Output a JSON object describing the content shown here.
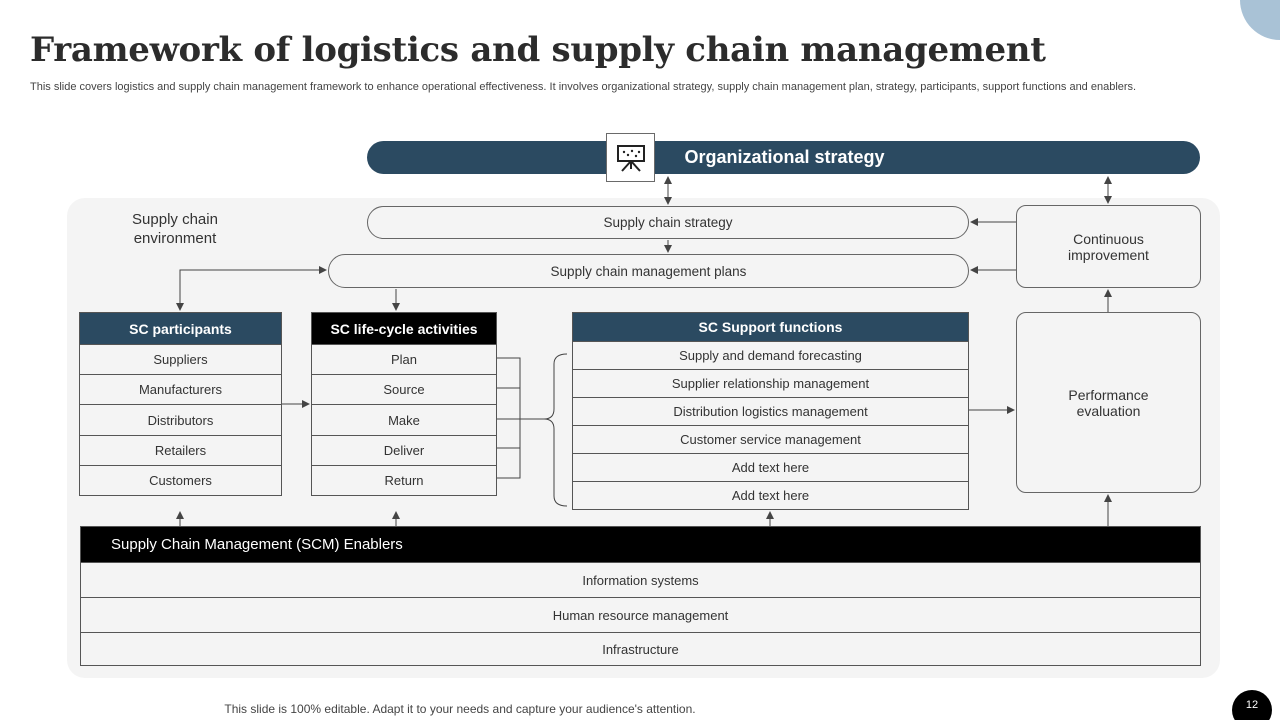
{
  "header": {
    "title": "Framework of logistics and supply chain management",
    "subtitle": "This slide covers logistics and supply chain management framework to enhance operational effectiveness. It involves organizational strategy, supply chain management plan, strategy, participants, support functions and enablers."
  },
  "diagram": {
    "organizational_strategy": "Organizational strategy",
    "environment_label": "Supply chain environment",
    "supply_chain_strategy": "Supply chain strategy",
    "management_plans": "Supply chain management plans",
    "continuous_improvement": "Continuous improvement",
    "performance_evaluation": "Performance evaluation",
    "participants": {
      "header": "SC participants",
      "items": [
        "Suppliers",
        "Manufacturers",
        "Distributors",
        "Retailers",
        "Customers"
      ]
    },
    "lifecycle": {
      "header": "SC life-cycle activities",
      "items": [
        "Plan",
        "Source",
        "Make",
        "Deliver",
        "Return"
      ]
    },
    "support": {
      "header": "SC Support functions",
      "items": [
        "Supply and demand forecasting",
        "Supplier relationship management",
        "Distribution logistics management",
        "Customer service management",
        "Add text here",
        "Add text here"
      ]
    },
    "enablers": {
      "header": "Supply Chain Management (SCM) Enablers",
      "items": [
        "Information systems",
        "Human resource management",
        "Infrastructure"
      ]
    }
  },
  "footer": {
    "note": "This slide is 100% editable. Adapt it to your needs and capture your audience's attention.",
    "page_number": "12"
  },
  "icons": {
    "strategy_icon": "presentation-board-icon"
  },
  "colors": {
    "accent_dark": "#2b4a61",
    "corner_accent": "#a9c2d6",
    "panel_bg": "#f4f4f4"
  }
}
